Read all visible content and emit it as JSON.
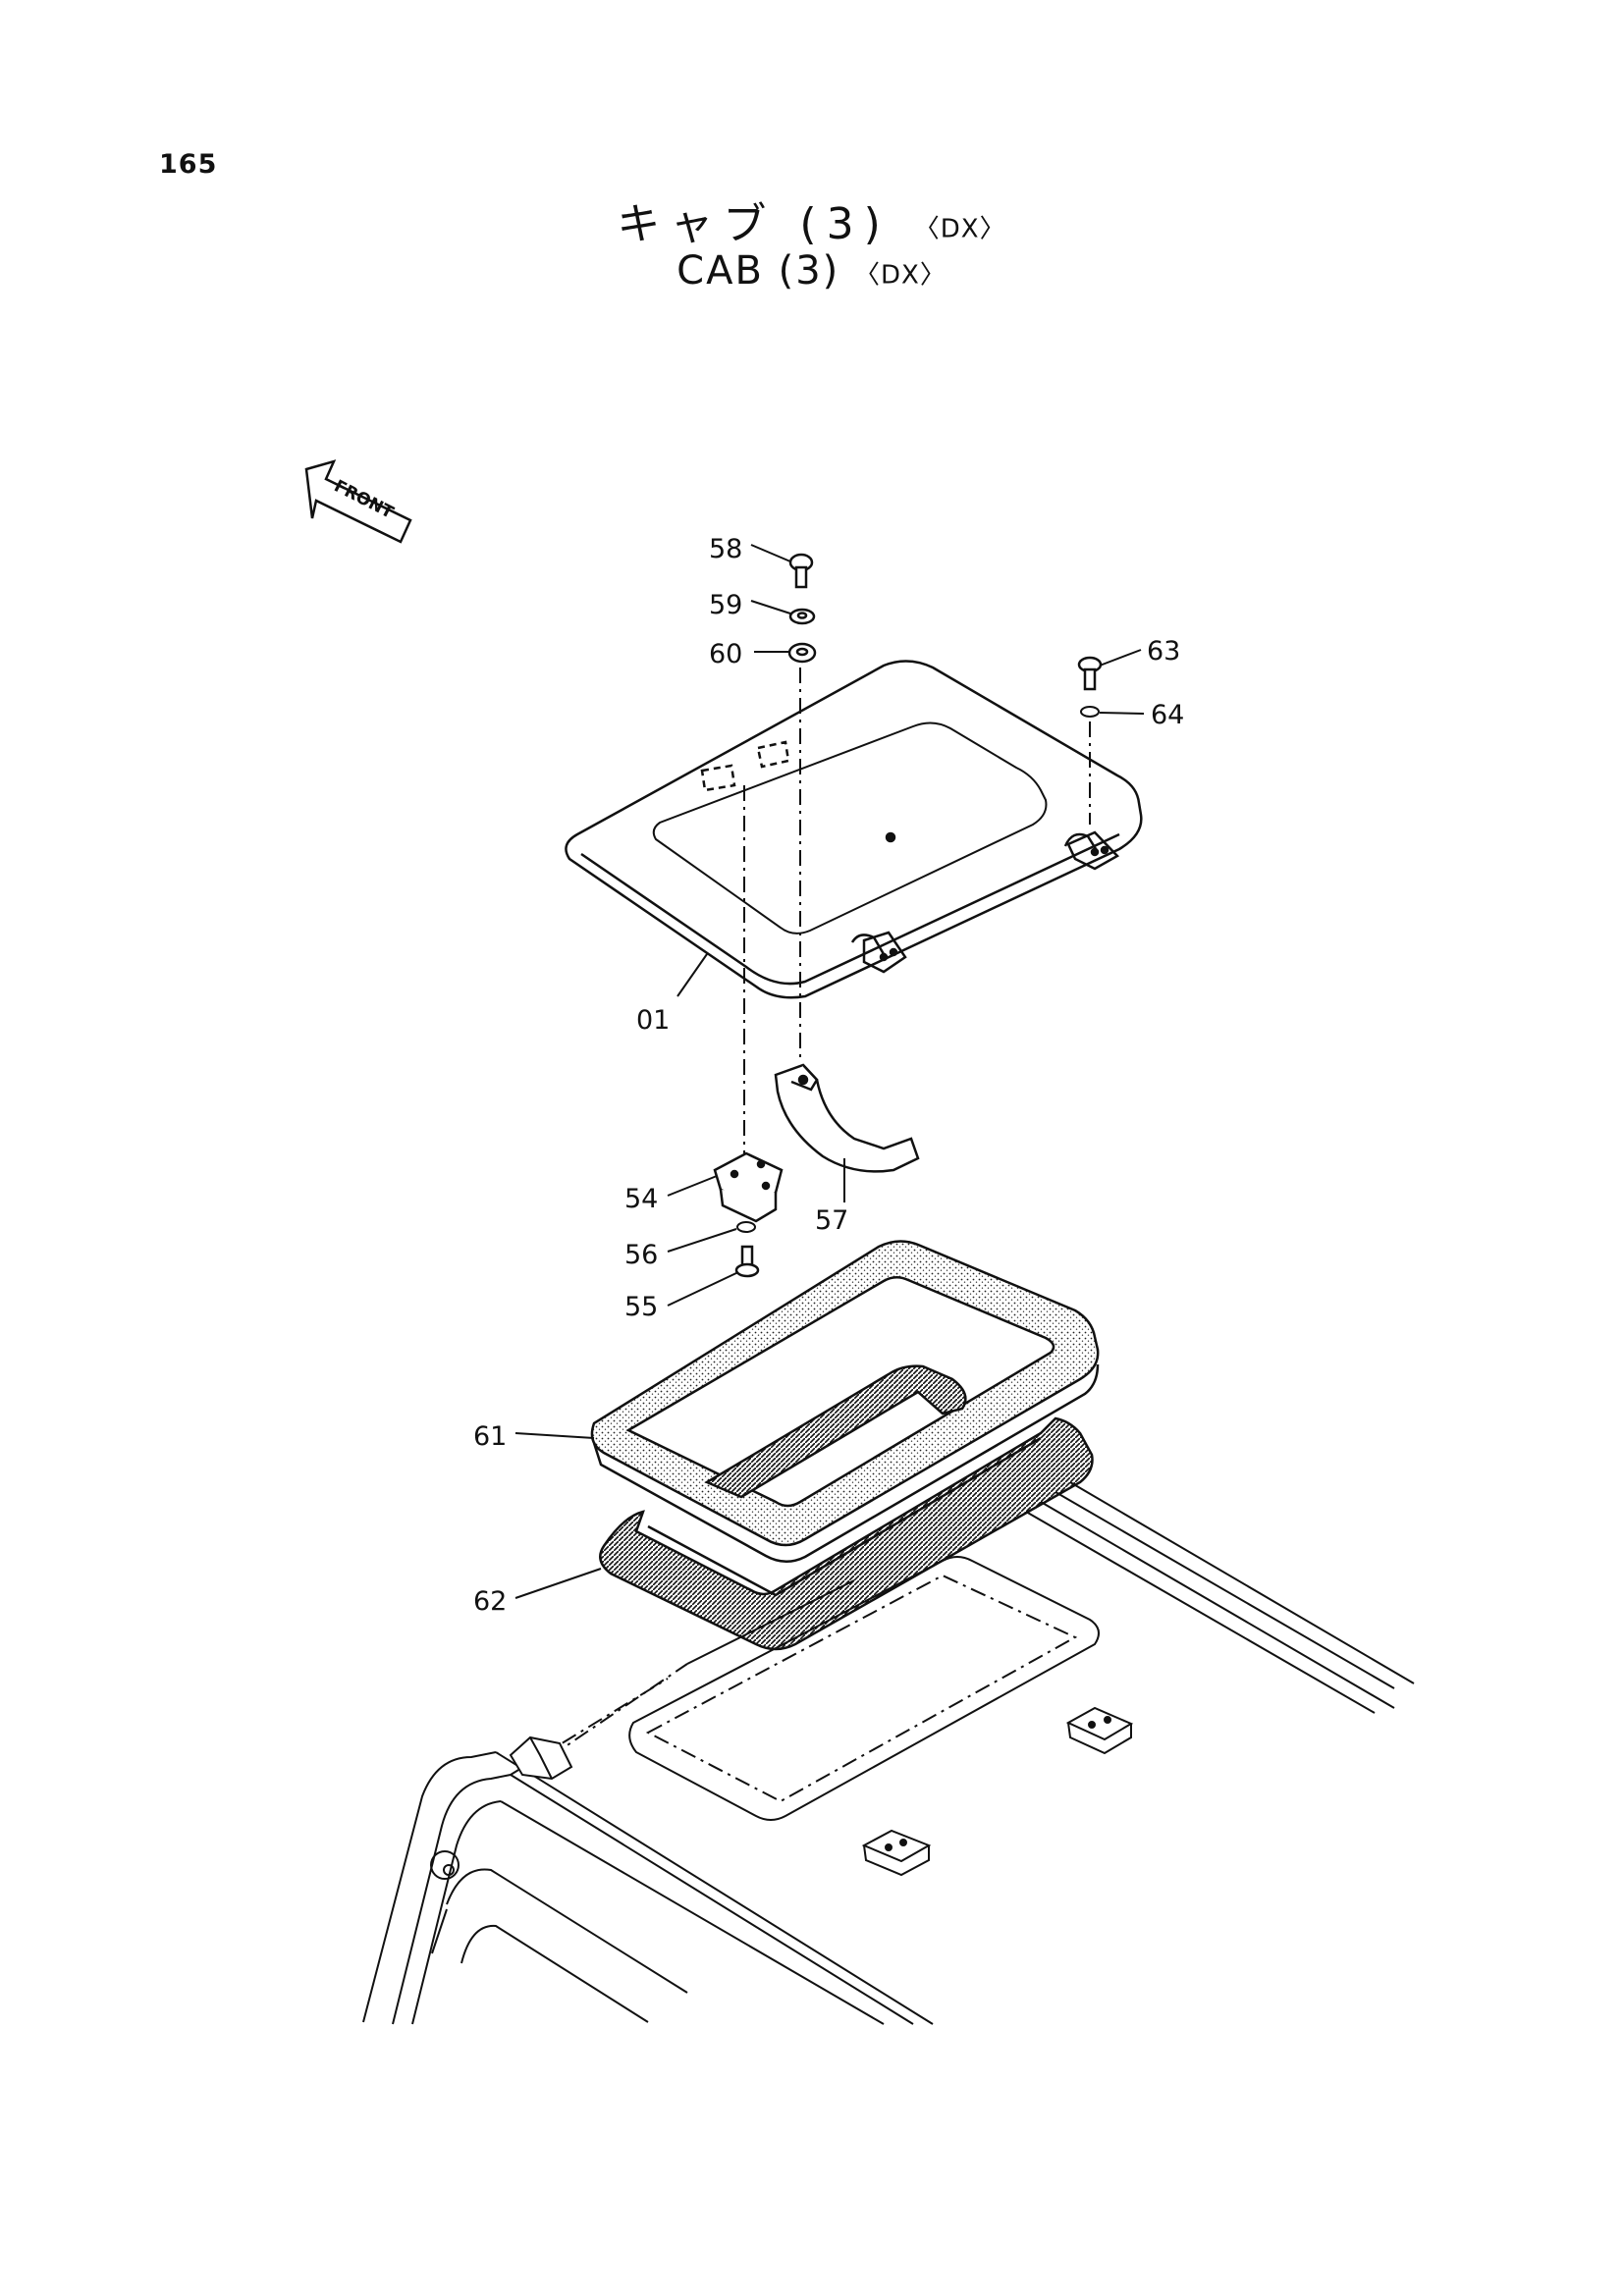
{
  "page_number": "165",
  "title": {
    "japanese": "キャブ (3)",
    "english": "CAB (3)",
    "variant_tag": "〈DX〉"
  },
  "orientation_marker": {
    "text": "FRONT",
    "icon": "front-arrow-icon"
  },
  "part_callouts": [
    {
      "label": "58",
      "part": "bolt"
    },
    {
      "label": "59",
      "part": "washer"
    },
    {
      "label": "60",
      "part": "washer"
    },
    {
      "label": "63",
      "part": "bolt"
    },
    {
      "label": "64",
      "part": "washer"
    },
    {
      "label": "01",
      "part": "roof-hatch"
    },
    {
      "label": "54",
      "part": "latch-plate"
    },
    {
      "label": "57",
      "part": "handle"
    },
    {
      "label": "56",
      "part": "washer"
    },
    {
      "label": "55",
      "part": "bolt"
    },
    {
      "label": "61",
      "part": "seal-frame"
    },
    {
      "label": "62",
      "part": "seal-gasket"
    }
  ]
}
